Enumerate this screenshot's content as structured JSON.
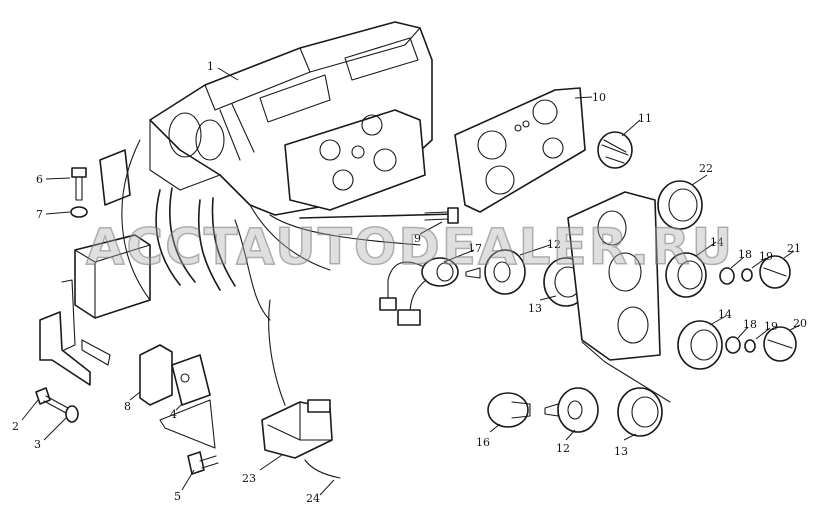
{
  "watermark": "ACCTAUTODEALER.RU",
  "callouts": [
    {
      "id": "1",
      "label": "1"
    },
    {
      "id": "2",
      "label": "2"
    },
    {
      "id": "3",
      "label": "3"
    },
    {
      "id": "4",
      "label": "4"
    },
    {
      "id": "5",
      "label": "5"
    },
    {
      "id": "6",
      "label": "6"
    },
    {
      "id": "7",
      "label": "7"
    },
    {
      "id": "8",
      "label": "8"
    },
    {
      "id": "9",
      "label": "9"
    },
    {
      "id": "10",
      "label": "10"
    },
    {
      "id": "11",
      "label": "11"
    },
    {
      "id": "12a",
      "label": "12"
    },
    {
      "id": "12b",
      "label": "12"
    },
    {
      "id": "13a",
      "label": "13"
    },
    {
      "id": "13b",
      "label": "13"
    },
    {
      "id": "14a",
      "label": "14"
    },
    {
      "id": "14b",
      "label": "14"
    },
    {
      "id": "16",
      "label": "16"
    },
    {
      "id": "17",
      "label": "17"
    },
    {
      "id": "18a",
      "label": "18"
    },
    {
      "id": "18b",
      "label": "18"
    },
    {
      "id": "19a",
      "label": "19"
    },
    {
      "id": "19b",
      "label": "19"
    },
    {
      "id": "20",
      "label": "20"
    },
    {
      "id": "21",
      "label": "21"
    },
    {
      "id": "22",
      "label": "22"
    },
    {
      "id": "23",
      "label": "23"
    },
    {
      "id": "24",
      "label": "24"
    }
  ]
}
